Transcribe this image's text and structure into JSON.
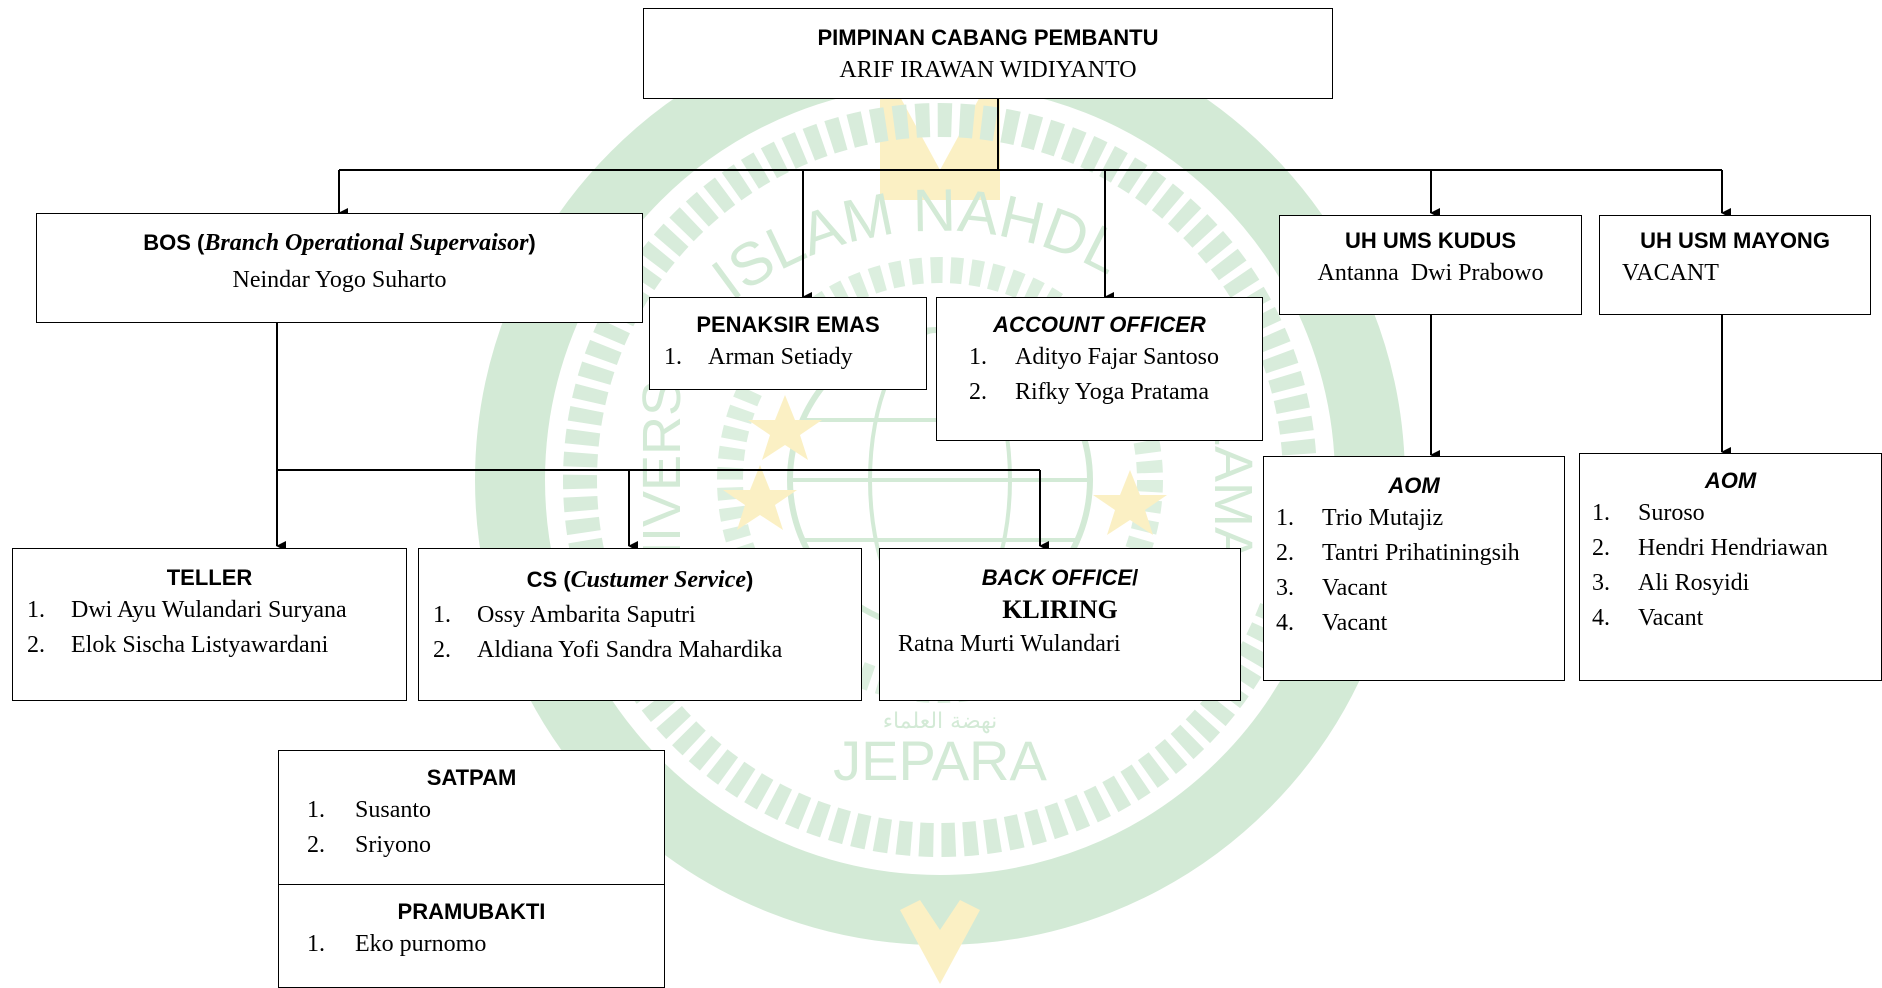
{
  "top": {
    "title": "PIMPINAN CABANG PEMBANTU",
    "name": "ARIF IRAWAN WIDIYANTO"
  },
  "bos": {
    "title_prefix": "BOS (",
    "title_italic": "Branch Operational Supervaisor",
    "title_suffix": ")",
    "name": "Neindar Yogo Suharto"
  },
  "penaksir": {
    "title": "PENAKSIR EMAS",
    "items": [
      "Arman Setiady"
    ]
  },
  "account_officer": {
    "title": "ACCOUNT OFFICER",
    "items": [
      "Adityo Fajar Santoso",
      "Rifky Yoga Pratama"
    ]
  },
  "uh_ums": {
    "title": "UH UMS KUDUS",
    "name": "Antanna  Dwi Prabowo"
  },
  "uh_usm": {
    "title": "UH USM MAYONG",
    "name": "VACANT"
  },
  "aom1": {
    "title": "AOM",
    "items": [
      "Trio Mutajiz",
      "Tantri Prihatiningsih",
      "Vacant",
      "Vacant"
    ]
  },
  "aom2": {
    "title": "AOM",
    "items": [
      "Suroso",
      "Hendri Hendriawan",
      "Ali Rosyidi",
      "Vacant"
    ]
  },
  "teller": {
    "title": "TELLER",
    "items": [
      "Dwi Ayu Wulandari Suryana",
      "Elok Sischa Listyawardani"
    ]
  },
  "cs": {
    "title_prefix": "CS (",
    "title_italic": "Custumer Service",
    "title_suffix": ")",
    "items": [
      "Ossy Ambarita Saputri",
      "Aldiana Yofi Sandra Mahardika"
    ]
  },
  "back_office": {
    "title_italic": "BACK OFFICE",
    "title_slash": "/",
    "title_line2": "KLIRING",
    "name": "Ratna Murti Wulandari"
  },
  "satpam": {
    "title": "SATPAM",
    "items": [
      "Susanto",
      "Sriyono"
    ]
  },
  "pramubakti": {
    "title": "PRAMUBAKTI",
    "items": [
      "Eko purnomo"
    ]
  },
  "watermark": {
    "arc_top": "ISLAM NAHDL",
    "left": "UNIVERS",
    "right": "ULAMA",
    "bottom": "JEPARA",
    "arabic": "نهضة العلماء"
  },
  "colors": {
    "watermark_green": "#d3ead6",
    "watermark_gold": "#fbf0c4"
  }
}
